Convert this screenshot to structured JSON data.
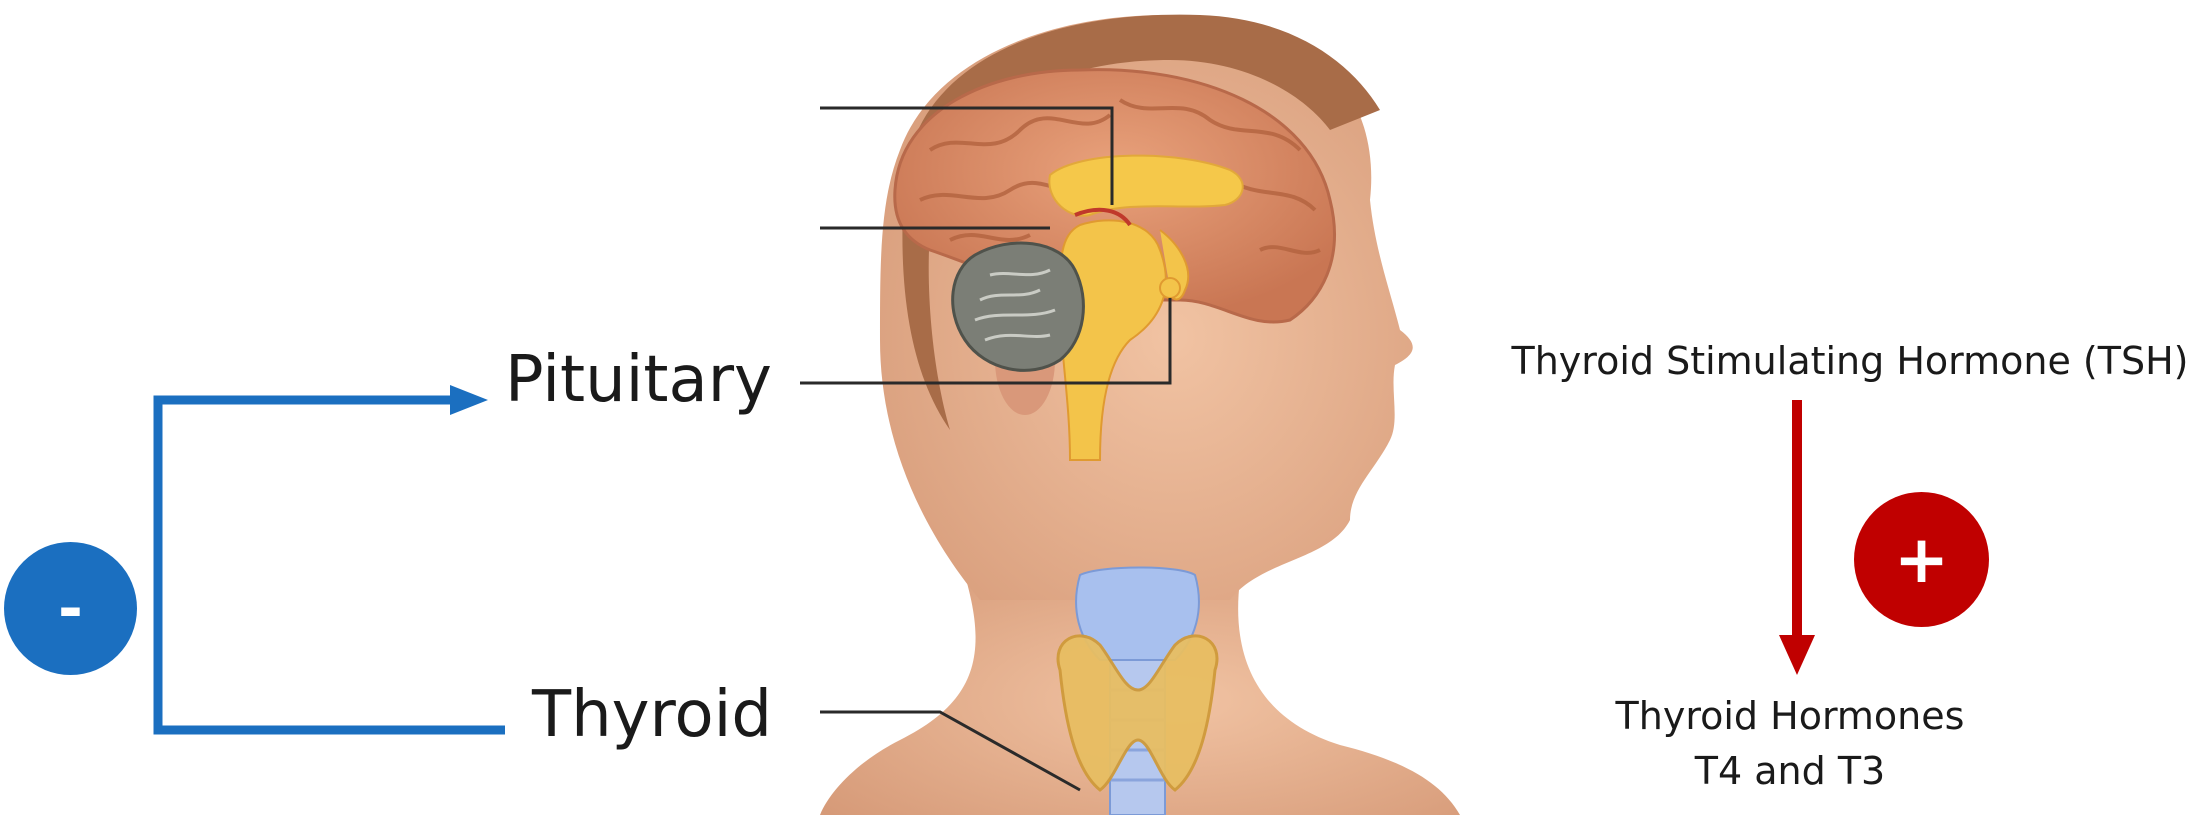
{
  "labels": {
    "pituitary": "Pituitary",
    "thyroid": "Thyroid",
    "tsh": "Thyroid Stimulating Hormone (TSH)",
    "hormones_line1": "Thyroid Hormones",
    "hormones_line2": "T4 and T3"
  },
  "badges": {
    "negative": "-",
    "positive": "+"
  },
  "colors": {
    "negative_feedback": "#1b6fc0",
    "stimulation": "#c00000",
    "skin": "#e8b08f",
    "hair": "#a86c48",
    "brain": "#d98a64",
    "cerebellum": "#6b6e66",
    "thyroid_gland": "#e6b85a",
    "larynx": "#9fb8e8"
  }
}
